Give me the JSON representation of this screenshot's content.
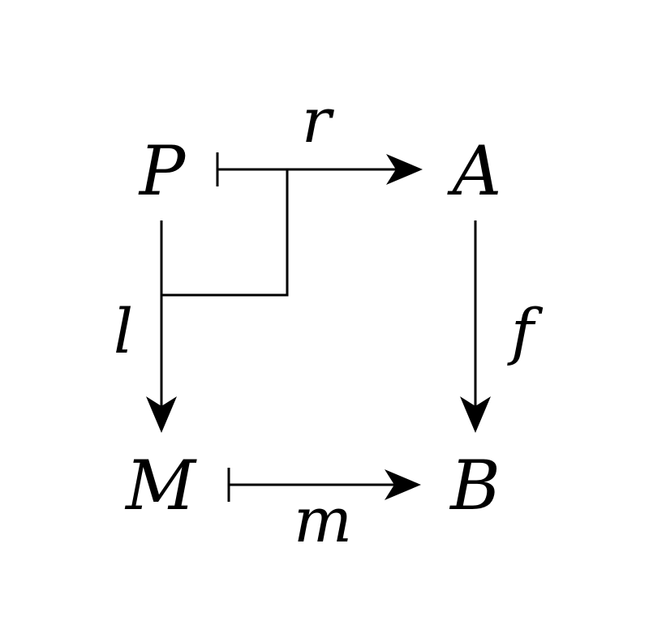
{
  "nodes": {
    "P": "P",
    "A": "A",
    "M": "M",
    "B": "B"
  },
  "arrows": {
    "r": "r",
    "l": "l",
    "f": "f",
    "m": "m"
  },
  "colors": {
    "ink": "#000000",
    "background": "#ffffff"
  }
}
